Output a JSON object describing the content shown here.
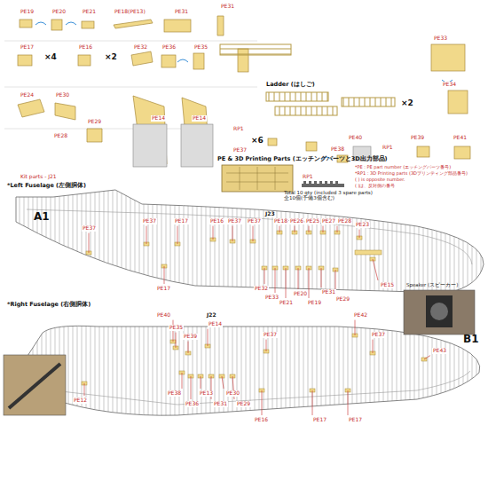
{
  "diagram": {
    "labels": [
      "PE19",
      "PE20",
      "PE21",
      "PE18(PE13)",
      "PE31",
      "PE17",
      "×4",
      "PE16",
      "×2",
      "PE32",
      "PE36",
      "PE35",
      "PE31",
      "Ladder (はしご)",
      "×2",
      "PE33",
      "PE34",
      "PE24",
      "PE30",
      "PE29",
      "PE14",
      "PE14",
      "RP1",
      "×6",
      "PE37",
      "PE40",
      "PE38",
      "RP1",
      "PE39",
      "PE41",
      "PE & 3D Printing Parts (エッチングパーツと3D出力部品)",
      "RP1",
      "Total 10 qty (included 3 spare parts)",
      "全10個(予備3個含む)",
      "*PE : PE part number (エッチングパーツ番号)",
      "*RP1 : 3D Printing parts (3Dプリンティング部品番号)",
      "( ) is opposite number.",
      "( )は、反対側の番号",
      "Kit parts - J21",
      "PE28",
      "*Left Fuselage (左側胴体)",
      "A1",
      "J23",
      "PE37",
      "PE37",
      "PE17",
      "PE16",
      "PE37",
      "PE37",
      "PE18",
      "PE26",
      "PE25",
      "PE27",
      "PE28",
      "PE23",
      "PE32",
      "PE33",
      "PE21",
      "PE20",
      "PE19",
      "PE31",
      "PE29",
      "PE15",
      "PE17",
      "*Right Fuselage (右側胴体)",
      "B1",
      "J22",
      "PE40",
      "PE35",
      "PE39",
      "PE14",
      "PE37",
      "PE37",
      "PE42",
      "PE43",
      "PE12",
      "PE38",
      "PE36",
      "PE13",
      "PE31",
      "PE30",
      "PE29",
      "PE16",
      "PE17",
      "PE17",
      "Speaker (スピーカー)"
    ]
  }
}
